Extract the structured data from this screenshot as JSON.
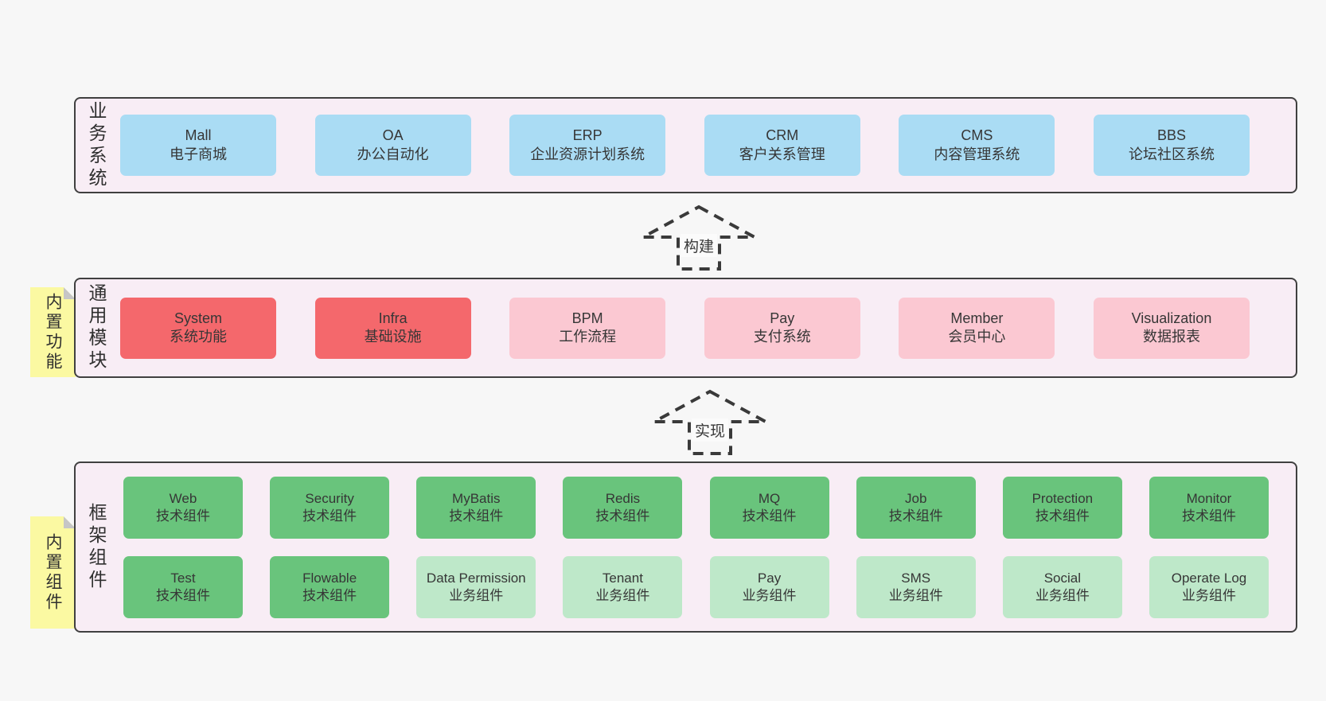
{
  "canvas": {
    "bg_color": "#f7f7f7"
  },
  "palette": {
    "section_bg": "#f8edf5",
    "section_border": "#404040",
    "blue_box": "#aadcf4",
    "red_box": "#f4686c",
    "pink_box": "#fbc8d2",
    "green_box": "#69c47c",
    "light_green_box": "#bee8c9",
    "sticky_yellow": "#fbf9a2",
    "sticky_fold_gray": "#c6c6c6",
    "text": "#363636"
  },
  "arrows": [
    {
      "label": "构建"
    },
    {
      "label": "实现"
    }
  ],
  "sections": {
    "business": {
      "label": "业务系统",
      "boxes": [
        {
          "title": "Mall",
          "subtitle": "电子商城"
        },
        {
          "title": "OA",
          "subtitle": "办公自动化"
        },
        {
          "title": "ERP",
          "subtitle": "企业资源计划系统"
        },
        {
          "title": "CRM",
          "subtitle": "客户关系管理"
        },
        {
          "title": "CMS",
          "subtitle": "内容管理系统"
        },
        {
          "title": "BBS",
          "subtitle": "论坛社区系统"
        }
      ]
    },
    "modules": {
      "label": "通用模块",
      "sticky": "内置功能",
      "boxes": [
        {
          "title": "System",
          "subtitle": "系统功能",
          "variant": "red"
        },
        {
          "title": "Infra",
          "subtitle": "基础设施",
          "variant": "red"
        },
        {
          "title": "BPM",
          "subtitle": "工作流程",
          "variant": "pink"
        },
        {
          "title": "Pay",
          "subtitle": "支付系统",
          "variant": "pink"
        },
        {
          "title": "Member",
          "subtitle": "会员中心",
          "variant": "pink"
        },
        {
          "title": "Visualization",
          "subtitle": "数据报表",
          "variant": "pink"
        }
      ]
    },
    "framework": {
      "label": "框架组件",
      "sticky": "内置组件",
      "row1": [
        {
          "title": "Web",
          "subtitle": "技术组件",
          "variant": "green"
        },
        {
          "title": "Security",
          "subtitle": "技术组件",
          "variant": "green"
        },
        {
          "title": "MyBatis",
          "subtitle": "技术组件",
          "variant": "green"
        },
        {
          "title": "Redis",
          "subtitle": "技术组件",
          "variant": "green"
        },
        {
          "title": "MQ",
          "subtitle": "技术组件",
          "variant": "green"
        },
        {
          "title": "Job",
          "subtitle": "技术组件",
          "variant": "green"
        },
        {
          "title": "Protection",
          "subtitle": "技术组件",
          "variant": "green"
        },
        {
          "title": "Monitor",
          "subtitle": "技术组件",
          "variant": "green"
        }
      ],
      "row2": [
        {
          "title": "Test",
          "subtitle": "技术组件",
          "variant": "green"
        },
        {
          "title": "Flowable",
          "subtitle": "技术组件",
          "variant": "green"
        },
        {
          "title": "Data Permission",
          "subtitle": "业务组件",
          "variant": "light_green"
        },
        {
          "title": "Tenant",
          "subtitle": "业务组件",
          "variant": "light_green"
        },
        {
          "title": "Pay",
          "subtitle": "业务组件",
          "variant": "light_green"
        },
        {
          "title": "SMS",
          "subtitle": "业务组件",
          "variant": "light_green"
        },
        {
          "title": "Social",
          "subtitle": "业务组件",
          "variant": "light_green"
        },
        {
          "title": "Operate Log",
          "subtitle": "业务组件",
          "variant": "light_green"
        }
      ]
    }
  }
}
